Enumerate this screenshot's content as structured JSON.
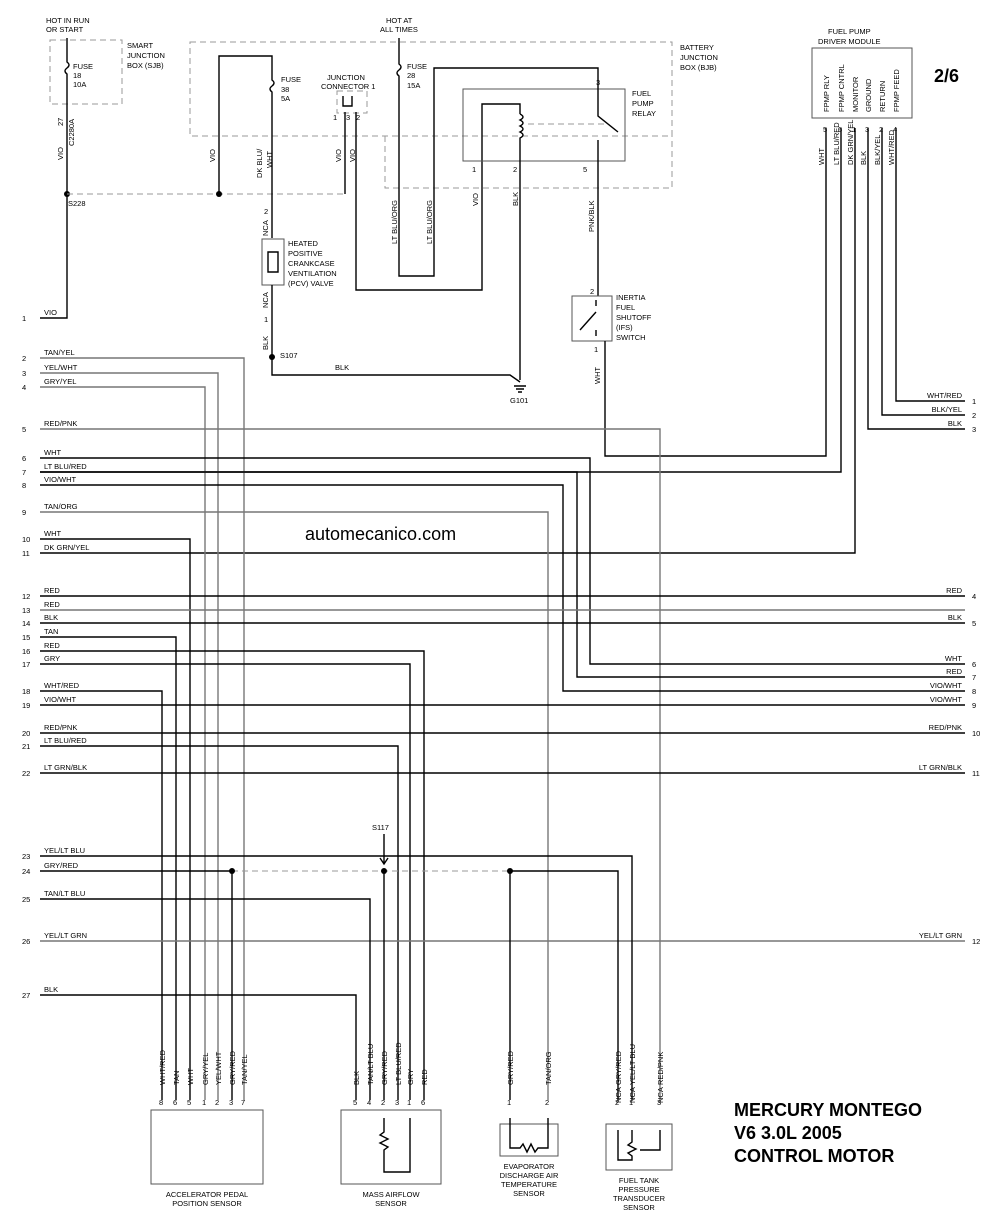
{
  "page_number": "2/6",
  "watermark": "automecanico.com",
  "title_lines": [
    "MERCURY  MONTEGO",
    "V6 3.0L  2005",
    "CONTROL MOTOR"
  ],
  "top": {
    "hot_in_run": [
      "HOT IN RUN",
      "OR START"
    ],
    "hot_at_all_times": [
      "HOT AT",
      "ALL TIMES"
    ],
    "sjb": [
      "SMART",
      "JUNCTION",
      "BOX (SJB)"
    ],
    "bjb": [
      "BATTERY",
      "JUNCTION",
      "BOX (BJB)"
    ],
    "fuse18": [
      "FUSE",
      "18",
      "10A"
    ],
    "fuse38": [
      "FUSE",
      "38",
      "5A"
    ],
    "fuse28": [
      "FUSE",
      "28",
      "15A"
    ],
    "junction_connector": [
      "JUNCTION",
      "CONNECTOR 1"
    ],
    "fuel_pump_relay": [
      "FUEL",
      "PUMP",
      "RELAY"
    ],
    "c2280a": "C2280A",
    "s228": "S228",
    "pcv": [
      "HEATED",
      "POSITIVE",
      "CRANKCASE",
      "VENTILATION",
      "(PCV) VALVE"
    ],
    "s107": "S107",
    "g101": "G101",
    "ifs": [
      "INERTIA",
      "FUEL",
      "SHUTOFF",
      "(IFS)",
      "SWITCH"
    ],
    "fpdm": [
      "FUEL PUMP",
      "DRIVER MODULE"
    ],
    "fpdm_pins": [
      "FPMP RLY",
      "FPMP CNTRL",
      "MONITOR",
      "GROUND",
      "RETURN",
      "FPMP FEED"
    ],
    "fpdm_pin_nums": [
      "5",
      "6",
      "1",
      "3",
      "2",
      "4"
    ],
    "fpdm_wires": [
      "WHT",
      "LT BLU/RED",
      "DK GRN/YEL",
      "BLK",
      "BLK/YEL",
      "WHT/RED"
    ]
  },
  "wire_labels": {
    "vio": "VIO",
    "dk_blu_wht": "DK BLU/\nWHT",
    "nca": "NCA",
    "blk": "BLK",
    "lt_blu_org": "LT BLU/ORG",
    "pnk_blk": "PNK/BLK",
    "wht": "WHT",
    "s117": "S117"
  },
  "pins": {
    "n27": "27",
    "n2": "2",
    "n1": "1",
    "n3": "3",
    "n5": "5",
    "n6": "6",
    "n4": "4",
    "n8": "8",
    "n7": "7"
  },
  "left_rows": [
    {
      "num": "1",
      "label": "VIO"
    },
    {
      "num": "2",
      "label": "TAN/YEL"
    },
    {
      "num": "3",
      "label": "YEL/WHT"
    },
    {
      "num": "4",
      "label": "GRY/YEL"
    },
    {
      "num": "5",
      "label": "RED/PNK"
    },
    {
      "num": "6",
      "label": "WHT"
    },
    {
      "num": "7",
      "label": "LT BLU/RED"
    },
    {
      "num": "8",
      "label": "VIO/WHT"
    },
    {
      "num": "9",
      "label": "TAN/ORG"
    },
    {
      "num": "10",
      "label": "WHT"
    },
    {
      "num": "11",
      "label": "DK GRN/YEL"
    },
    {
      "num": "12",
      "label": "RED"
    },
    {
      "num": "13",
      "label": "RED"
    },
    {
      "num": "14",
      "label": "BLK"
    },
    {
      "num": "15",
      "label": "TAN"
    },
    {
      "num": "16",
      "label": "RED"
    },
    {
      "num": "17",
      "label": "GRY"
    },
    {
      "num": "18",
      "label": "WHT/RED"
    },
    {
      "num": "19",
      "label": "VIO/WHT"
    },
    {
      "num": "20",
      "label": "RED/PNK"
    },
    {
      "num": "21",
      "label": "LT BLU/RED"
    },
    {
      "num": "22",
      "label": "LT GRN/BLK"
    },
    {
      "num": "23",
      "label": "YEL/LT BLU"
    },
    {
      "num": "24",
      "label": "GRY/RED"
    },
    {
      "num": "25",
      "label": "TAN/LT BLU"
    },
    {
      "num": "26",
      "label": "YEL/LT GRN"
    },
    {
      "num": "27",
      "label": "BLK"
    }
  ],
  "right_rows": [
    {
      "num": "1",
      "label": "WHT/RED"
    },
    {
      "num": "2",
      "label": "BLK/YEL"
    },
    {
      "num": "3",
      "label": "BLK"
    },
    {
      "num": "4",
      "label": "RED"
    },
    {
      "num": "5",
      "label": "BLK"
    },
    {
      "num": "6",
      "label": "WHT"
    },
    {
      "num": "7",
      "label": "RED"
    },
    {
      "num": "8",
      "label": "VIO/WHT"
    },
    {
      "num": "9",
      "label": "VIO/WHT"
    },
    {
      "num": "10",
      "label": "RED/PNK"
    },
    {
      "num": "11",
      "label": "LT GRN/BLK"
    },
    {
      "num": "12",
      "label": "YEL/LT GRN"
    }
  ],
  "sensors": {
    "app": {
      "name": [
        "ACCELERATOR PEDAL",
        "POSITION SENSOR"
      ],
      "wires": [
        "WHT/RED",
        "TAN",
        "WHT",
        "GRY/YEL",
        "YEL/WHT",
        "GRY/RED",
        "TAN/YEL"
      ],
      "pins": [
        "8",
        "6",
        "5",
        "1",
        "2",
        "3",
        "7"
      ]
    },
    "maf": {
      "name": [
        "MASS AIRFLOW",
        "SENSOR"
      ],
      "wires": [
        "BLK",
        "TAN/LT BLU",
        "GRY/RED",
        "LT BLU/RED",
        "GRY",
        "RED"
      ],
      "pins": [
        "5",
        "4",
        "2",
        "3",
        "1",
        "6"
      ]
    },
    "evap": {
      "name": [
        "EVAPORATOR",
        "DISCHARGE AIR",
        "TEMPERATURE",
        "SENSOR"
      ],
      "wires": [
        "GRY/RED",
        "TAN/ORG"
      ],
      "pins": [
        "1",
        "2"
      ]
    },
    "ftpt": {
      "name": [
        "FUEL TANK",
        "PRESSURE",
        "TRANSDUCER",
        "SENSOR"
      ],
      "wires": [
        "GRY/RED",
        "YEL/LT BLU",
        "RED/PNK"
      ],
      "nca": [
        "NCA",
        "NCA",
        "NCA"
      ],
      "pins": [
        "2",
        "1",
        "3"
      ]
    }
  }
}
